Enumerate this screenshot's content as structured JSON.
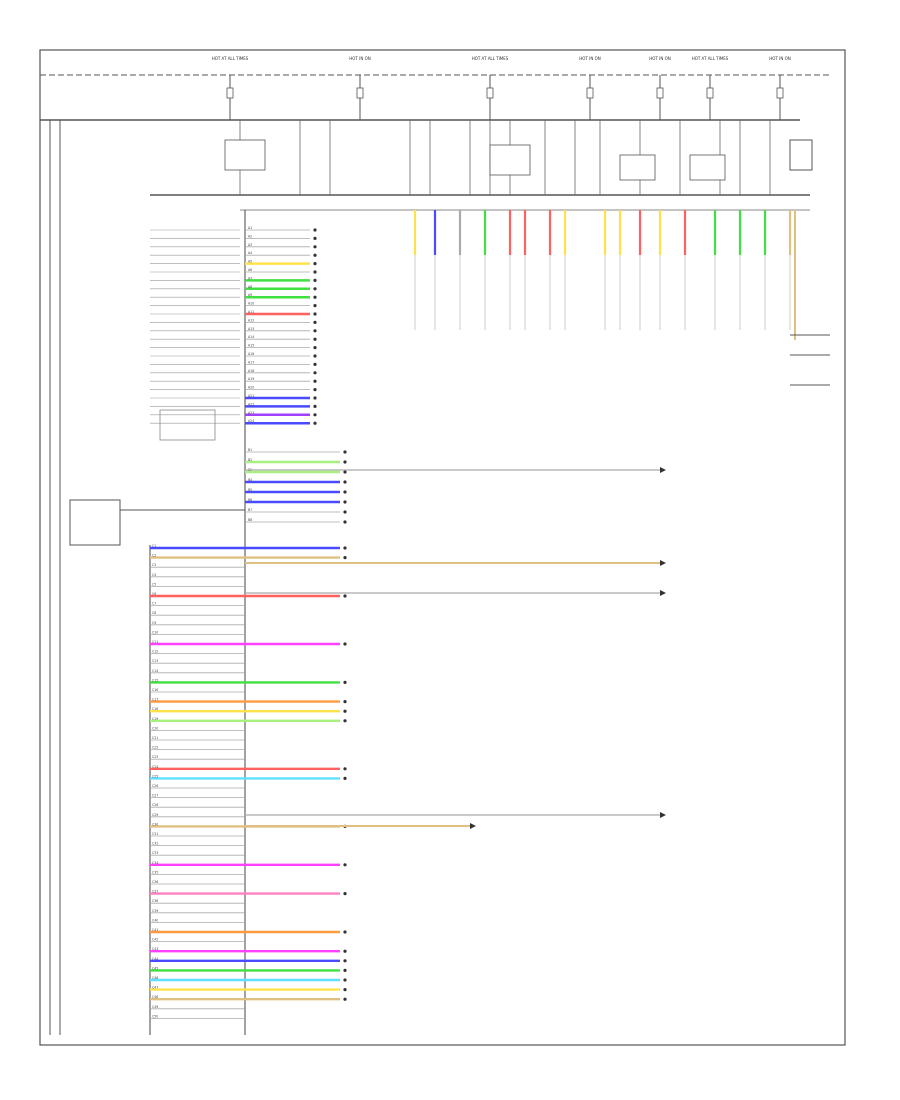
{
  "diagram": {
    "caption": "",
    "top_fuses": [
      {
        "label": "HOT AT ALL TIMES"
      },
      {
        "label": "HOT IN ON"
      },
      {
        "label": "HOT AT ALL TIMES"
      },
      {
        "label": "HOT IN ON"
      },
      {
        "label": "HOT IN ON"
      },
      {
        "label": "HOT AT ALL TIMES"
      },
      {
        "label": "HOT IN ON"
      }
    ],
    "connectors": {
      "upper": [
        "A1",
        "A2",
        "A3",
        "A4",
        "A5",
        "A6",
        "A7",
        "A8",
        "A9",
        "A10",
        "A11",
        "A12",
        "A13",
        "A14",
        "A15",
        "A16",
        "A17",
        "A18",
        "A19",
        "A20",
        "A21",
        "A22",
        "A23",
        "A24"
      ],
      "middle": [
        "B1",
        "B2",
        "B3",
        "B4",
        "B5",
        "B6",
        "B7",
        "B8"
      ],
      "lower": [
        "C1",
        "C2",
        "C3",
        "C4",
        "C5",
        "C6",
        "C7",
        "C8",
        "C9",
        "C10",
        "C11",
        "C12",
        "C13",
        "C14",
        "C15",
        "C16",
        "C17",
        "C18",
        "C19",
        "C20",
        "C21",
        "C22",
        "C23",
        "C24",
        "C25",
        "C26",
        "C27",
        "C28",
        "C29",
        "C30",
        "C31",
        "C32",
        "C33",
        "C34",
        "C35",
        "C36",
        "C37",
        "C38",
        "C39",
        "C40",
        "C41",
        "C42",
        "C43",
        "C44",
        "C45",
        "C46",
        "C47",
        "C48",
        "C49",
        "C50"
      ]
    },
    "colors": {
      "frame": "#555555",
      "line": "#333333",
      "wire_blue": "#4a4aff",
      "wire_violet": "#a040ff",
      "wire_orange": "#ff9a40",
      "wire_green": "#40e040",
      "wire_lightgreen": "#a8f080",
      "wire_yellow": "#ffe24a",
      "wire_tan": "#e0c080",
      "wire_pink": "#ff80c0",
      "wire_magenta": "#ff40ff",
      "wire_red": "#ff6060",
      "wire_cyan": "#60e0ff",
      "wire_gray": "#aaaaaa"
    }
  }
}
